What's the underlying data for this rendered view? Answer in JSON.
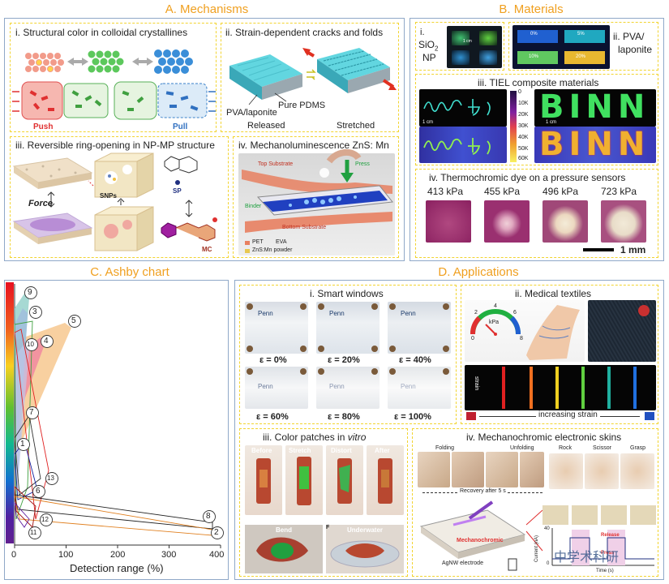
{
  "sections": {
    "a": "A. Mechanisms",
    "b": "B. Materials",
    "c": "C. Ashby chart",
    "d": "D. Applications"
  },
  "mechanisms": {
    "p1": {
      "title": "i. Structural color in colloidal crystallines",
      "push": "Push",
      "pull": "Pull"
    },
    "p2": {
      "title": "ii. Strain-dependent cracks and folds",
      "pva": "PVA/laponite",
      "pdms": "Pure PDMS",
      "released": "Released",
      "stretched": "Stretched"
    },
    "p3": {
      "title": "iii. Reversible ring-opening in NP-MP structure",
      "force": "Force",
      "snps": "SNPs",
      "sp": "SP",
      "mc": "MC"
    },
    "p4": {
      "title": "iv. Mechanoluminescence ZnS: Mn",
      "top": "Top Substrate",
      "press": "Press",
      "binder": "Binder",
      "bottom": "Bottom Substrate",
      "legend1": "PET",
      "legend2": "EVA",
      "legend3": "ZnS:Mn powder"
    }
  },
  "materials": {
    "p1": {
      "l1": "i.",
      "l2": "SiO",
      "sub": "2",
      "l3": "NP",
      "scale": "1 cm"
    },
    "p2": {
      "l1": "ii. PVA/",
      "l2": "laponite",
      "s0": "0%",
      "s5": "5%",
      "s10": "10%",
      "s20": "20%"
    },
    "p3": {
      "title": "iii. TIEL composite materials",
      "scale_a": "1 cm",
      "scale_b": "1 cm",
      "ticks": [
        "0",
        "10K",
        "20K",
        "30K",
        "40K",
        "50K",
        "60K"
      ],
      "word": "BINN"
    },
    "p4": {
      "title": "iv. Thermochromic dye on a pressure sensors",
      "pressures": [
        "413 kPa",
        "455 kPa",
        "496 kPa",
        "723 kPa"
      ],
      "scale": "1 mm"
    }
  },
  "ashby": {
    "xlabel": "Detection range (%)",
    "xticks": [
      "0",
      "100",
      "200",
      "300",
      "400"
    ],
    "markers": [
      "9",
      "3",
      "5",
      "4",
      "10",
      "7",
      "1",
      "13",
      "6",
      "12",
      "11",
      "8",
      "2"
    ]
  },
  "applications": {
    "p1": {
      "title": "i. Smart windows",
      "strains": [
        "ε = 0%",
        "ε = 20%",
        "ε = 40%",
        "ε = 60%",
        "ε = 80%",
        "ε = 100%"
      ],
      "brand": "Penn"
    },
    "p2": {
      "title": "ii. Medical textiles",
      "unit": "kPa",
      "g0": "0",
      "g2": "2",
      "g4": "4",
      "g6": "6",
      "g8": "8",
      "strain": "strain",
      "axis": "increasing strain"
    },
    "p3": {
      "title_a": "iii. Color patches in ",
      "title_b": "vitro",
      "before": "Before",
      "stretch": "Stretch",
      "distort": "Distort",
      "after": "After",
      "bend": "Bend",
      "f": "F",
      "under": "Underwater"
    },
    "p4": {
      "title": "iv. Mechanochromic electronic skins",
      "folding": "Folding",
      "unfolding": "Unfolding",
      "recovery": "Recovery after 5 s",
      "rock": "Rock",
      "scissor": "Scissor",
      "grasp": "Grasp",
      "mech": "Mechanochromic",
      "agnw": "AgNW electrode",
      "release": "Release",
      "press": "Press",
      "ylab": "Current (nA)",
      "xlab": "Time (s)",
      "y40": "40",
      "y0": "0",
      "watermark": "中学术科研"
    }
  },
  "colors": {
    "accent": "#f0a020",
    "panel_border": "#f2d430",
    "outer_border": "#8fa8c8"
  }
}
